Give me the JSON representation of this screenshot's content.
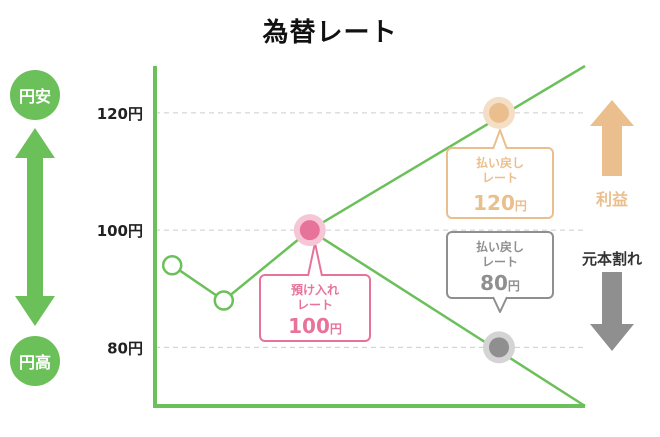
{
  "chart_data": {
    "type": "line",
    "title": "為替レート",
    "xlabel": "",
    "ylabel": "",
    "yticks": [
      {
        "label": "120円",
        "value": 120
      },
      {
        "label": "100円",
        "value": 100
      },
      {
        "label": "80円",
        "value": 80
      }
    ],
    "ylim": [
      70,
      128
    ],
    "xlim": [
      0,
      10
    ],
    "grid": true,
    "colors": {
      "line": "#6cc05a",
      "deposit": "#e8739a",
      "profit": "#ebbf8d",
      "loss": "#8f8f8f",
      "grid": "#cccccc"
    },
    "series": [
      {
        "points": [
          [
            0.4,
            94
          ],
          [
            1.6,
            88
          ],
          [
            3.6,
            100
          ]
        ]
      },
      {
        "points": [
          [
            3.6,
            100
          ],
          [
            10,
            128
          ]
        ]
      },
      {
        "points": [
          [
            3.6,
            100
          ],
          [
            10,
            70
          ]
        ]
      }
    ],
    "markers": [
      {
        "x": 0.4,
        "y": 94,
        "style": "hollow"
      },
      {
        "x": 1.6,
        "y": 88,
        "style": "hollow"
      },
      {
        "x": 3.6,
        "y": 100,
        "style": "deposit"
      },
      {
        "x": 8.0,
        "y": 120,
        "style": "profit"
      },
      {
        "x": 8.0,
        "y": 80,
        "style": "loss"
      }
    ],
    "callouts": [
      {
        "style": "deposit",
        "line1": "預け入れ",
        "line2": "レート",
        "value": "100",
        "unit": "円"
      },
      {
        "style": "profit",
        "line1": "払い戻し",
        "line2": "レート",
        "value": "120",
        "unit": "円"
      },
      {
        "style": "loss",
        "line1": "払い戻し",
        "line2": "レート",
        "value": "80",
        "unit": "円"
      }
    ],
    "legend": {
      "top_circle": "円安",
      "bottom_circle": "円高",
      "profit_label": "利益",
      "loss_label": "元本割れ"
    }
  }
}
